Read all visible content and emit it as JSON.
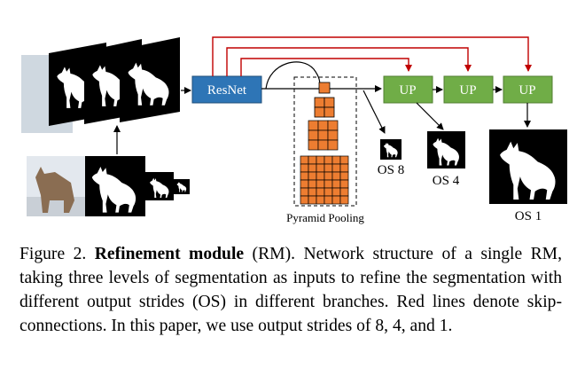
{
  "diagram": {
    "resnet_label": "ResNet",
    "up_label": "UP",
    "pyramid_label": "Pyramid Pooling",
    "os_labels": [
      "OS 8",
      "OS 4",
      "OS 1"
    ],
    "colors": {
      "resnet_box": "#2e75b6",
      "up_box": "#70ad47",
      "pyramid_cell": "#ed7d31",
      "skip_connection": "#c00000",
      "mask_bg": "#000000",
      "silhouette": "#ffffff"
    }
  },
  "caption": {
    "figure_label": "Figure 2.",
    "title": "Refinement module",
    "body": " (RM). Network structure of a single RM, taking three levels of segmentation as inputs to refine the segmentation with different output strides (OS) in different branches. Red lines denote skip-connections. In this paper, we use output strides of 8, 4, and 1."
  }
}
